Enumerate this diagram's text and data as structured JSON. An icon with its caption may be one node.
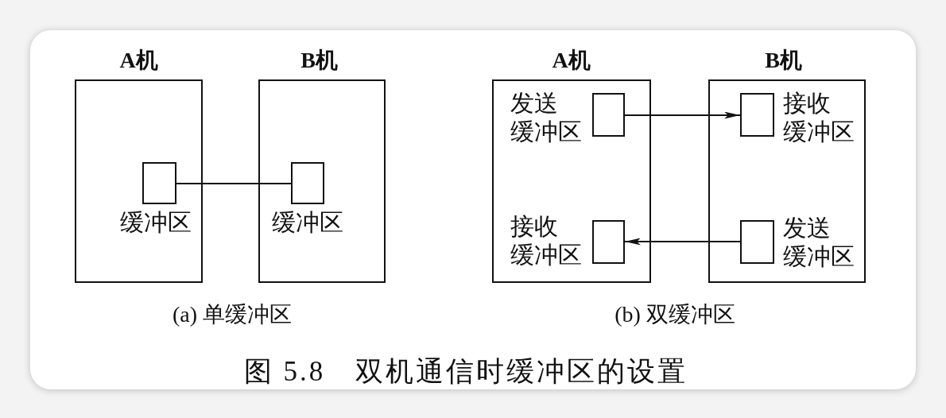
{
  "diagram": {
    "caption": "图 5.8　双机通信时缓冲区的设置",
    "nodes": [
      {
        "text": [
          "A机"
        ]
      },
      {
        "text": [],
        "shape": "box",
        "beside": [
          "缓冲区"
        ],
        "in": 0
      },
      {
        "text": [
          "B机"
        ]
      },
      {
        "text": [],
        "shape": "box",
        "beside": [
          "缓冲区"
        ],
        "in": 2
      },
      {
        "text": [
          "A机"
        ]
      },
      {
        "text": [],
        "shape": "box",
        "beside": [
          "发送缓冲区"
        ],
        "in": 4
      },
      {
        "text": [],
        "shape": "box",
        "beside": [
          "接收缓冲区"
        ],
        "in": 4
      },
      {
        "text": [
          "B机"
        ]
      },
      {
        "text": [],
        "shape": "box",
        "beside": [
          "接收缓冲区"
        ],
        "in": 7
      },
      {
        "text": [],
        "shape": "box",
        "beside": [
          "发送缓冲区"
        ],
        "in": 7
      }
    ],
    "edges": [
      {
        "from": 1,
        "to": 3,
        "arrow": "none"
      },
      {
        "from": 5,
        "to": 8,
        "arrow": "to"
      },
      {
        "from": 9,
        "to": 6,
        "arrow": "to"
      }
    ],
    "labels": [
      "(a) 单缓冲区",
      "(b) 双缓冲区"
    ]
  }
}
